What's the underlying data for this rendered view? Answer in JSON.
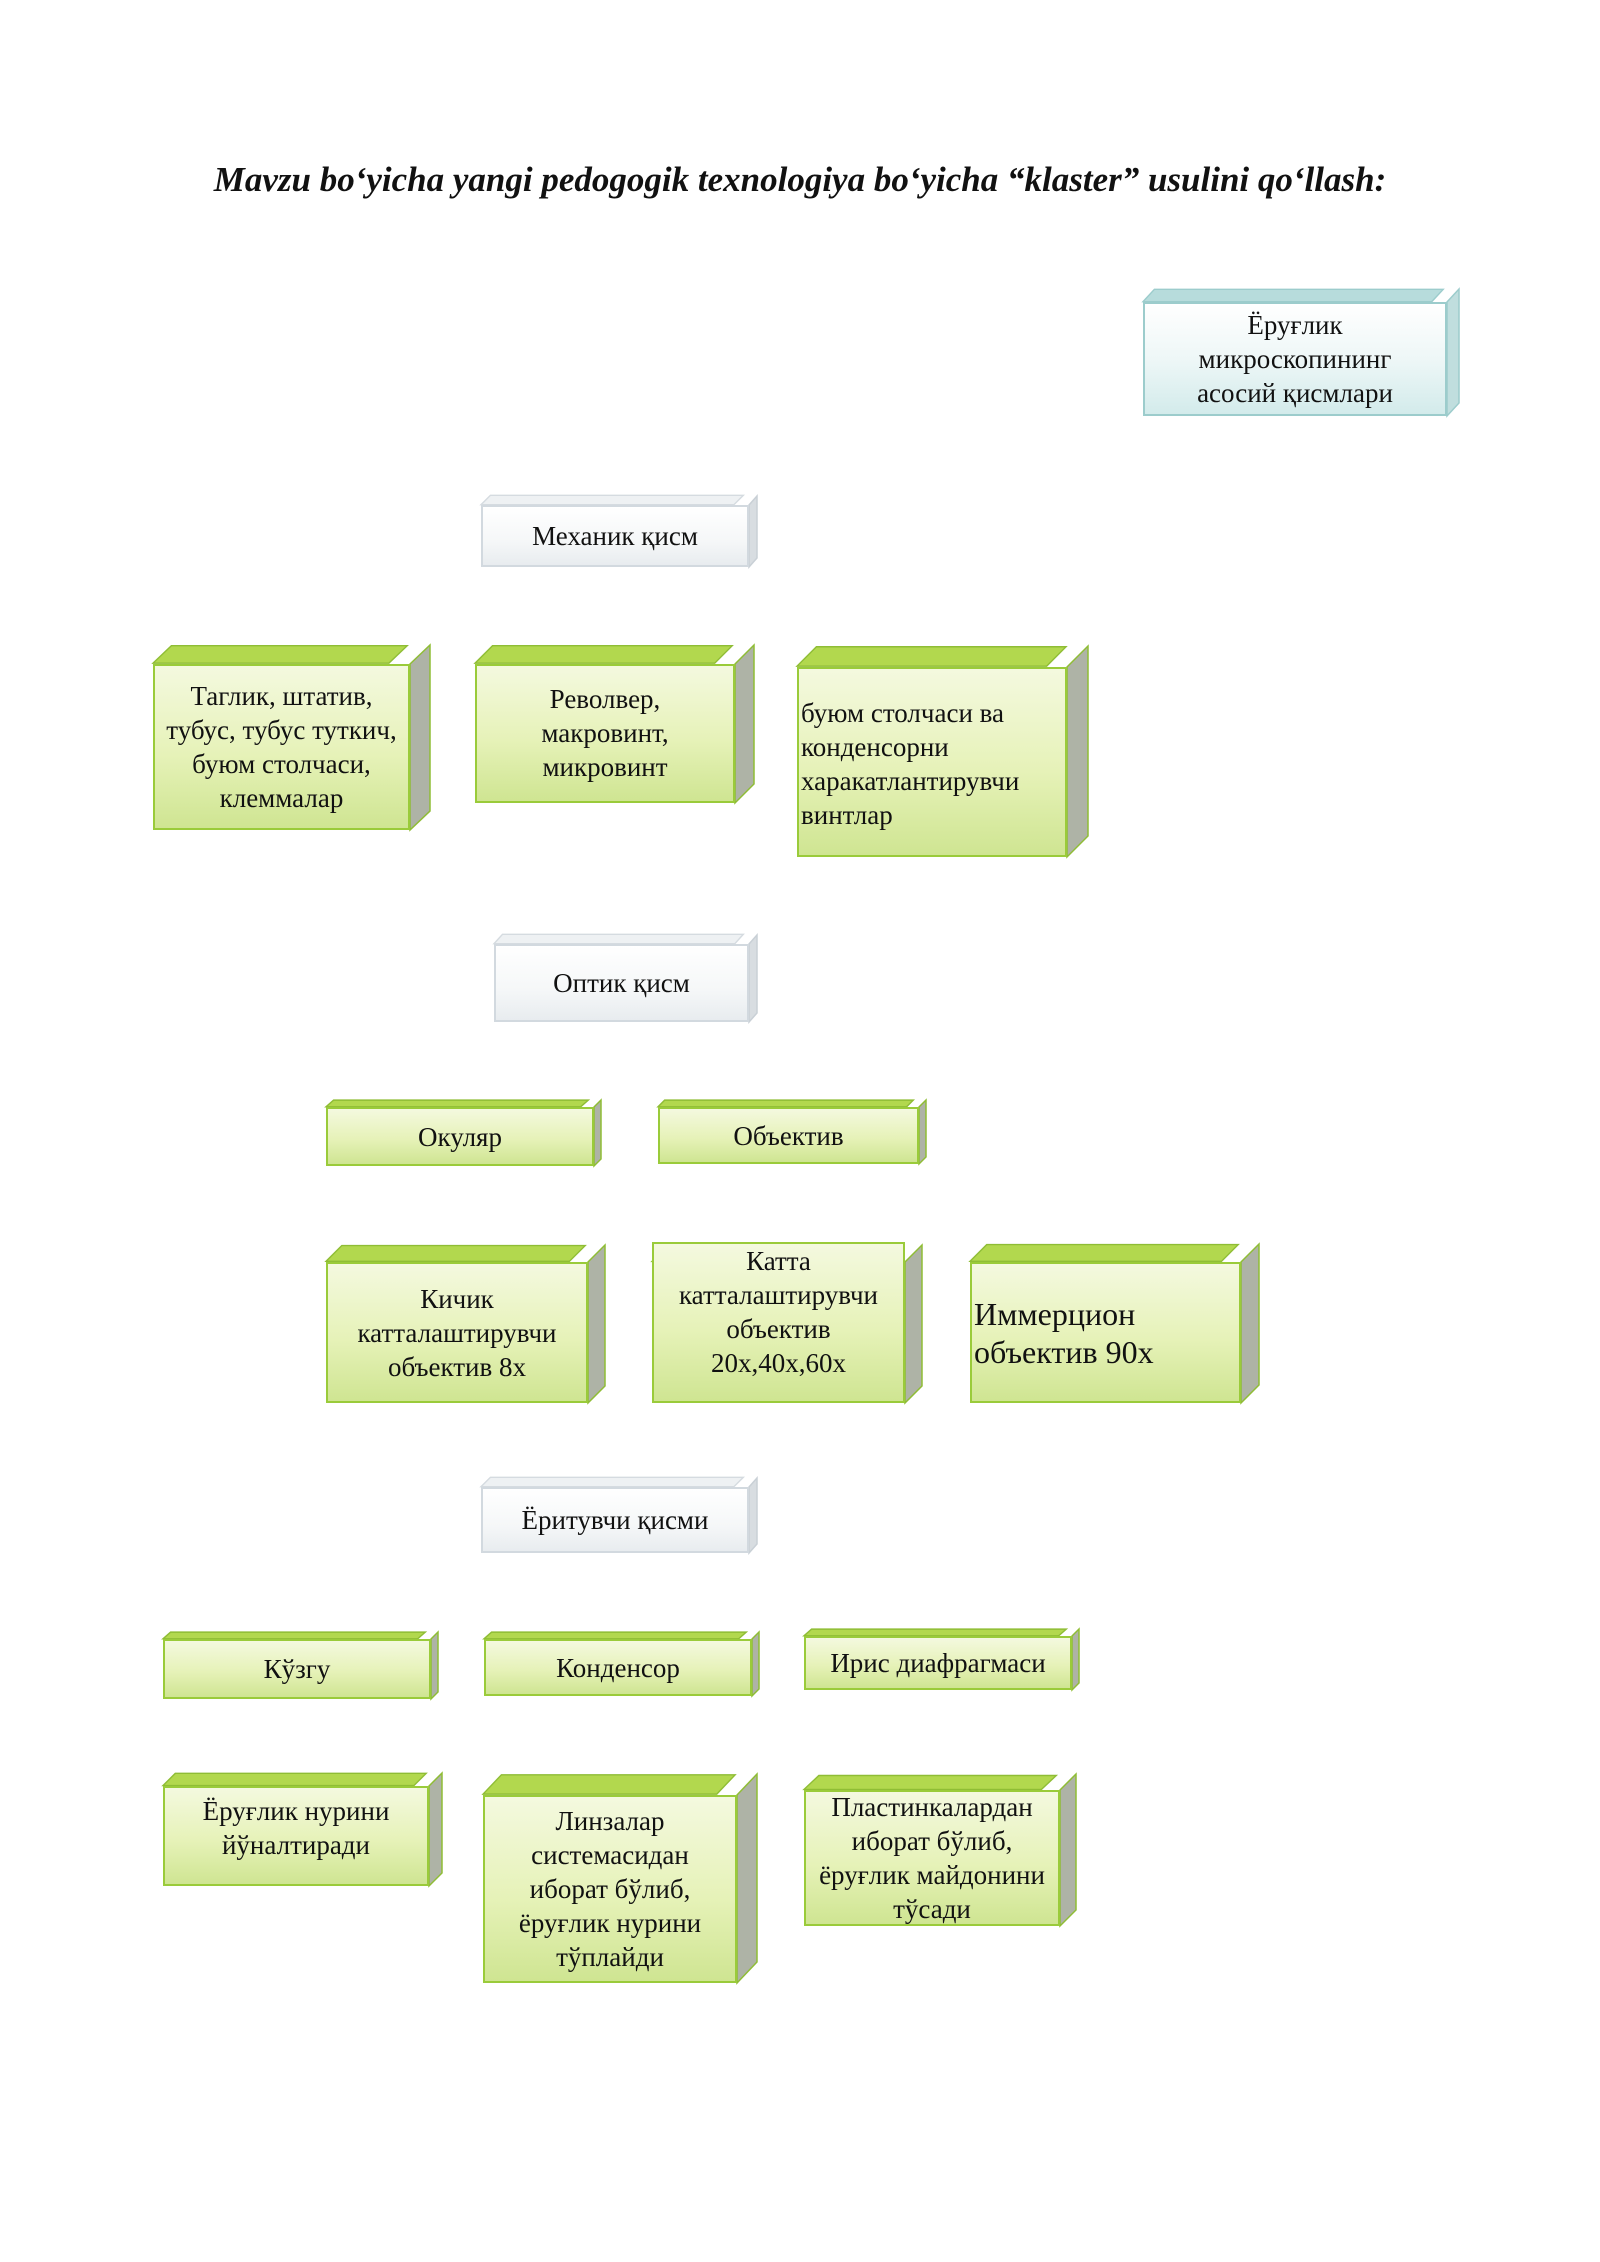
{
  "title": "Mavzu bo‘yicha yangi pedogogik texnologiya bo‘yicha “klaster” usulini qo‘llash:",
  "colors": {
    "green_fill": "#e6f2b8",
    "green_edge": "#9acb3a",
    "grey_fill": "#f5f7f8",
    "teal_fill": "#eef7f7"
  },
  "root": {
    "label": "Ёруғлик\nмикроскопининг\nасосий қисмлари"
  },
  "mechanical": {
    "label": "Механик қисм",
    "items": [
      {
        "label": "Таглик, штатив,\nтубус, тубус туткич,\nбуюм столчаси,\nклеммалар"
      },
      {
        "label": "Револвер,\nмакровинт,\nмикровинт"
      },
      {
        "label": "буюм столчаси ва\nконденсорни\nхаракатлантирувчи\nвинтлар"
      }
    ]
  },
  "optical": {
    "label": "Оптик қисм",
    "parts": [
      {
        "label": "Окуляр"
      },
      {
        "label": "Объектив"
      }
    ],
    "objectives": [
      {
        "label": "Кичик\nкатталаштирувчи\nобъектив 8х"
      },
      {
        "label": "Катта\nкатталаштирувчи\nобъектив\n20х,40х,60х"
      },
      {
        "label": "Иммерцион\nобъектив 90х"
      }
    ]
  },
  "illumination": {
    "label": "Ёритувчи қисми",
    "parts": [
      {
        "label": "Кўзгу"
      },
      {
        "label": "Конденсор"
      },
      {
        "label": "Ирис диафрагмаси"
      }
    ],
    "descriptions": [
      {
        "label": "Ёруғлик нурини\nйўналтиради"
      },
      {
        "label": "Линзалар\nсистемасидан\nиборат бўлиб,\nёруғлик нурини\nтўплайди"
      },
      {
        "label": "Пластинкалардан\nиборат бўлиб,\nёруғлик майдонини\nтўсади"
      }
    ]
  }
}
